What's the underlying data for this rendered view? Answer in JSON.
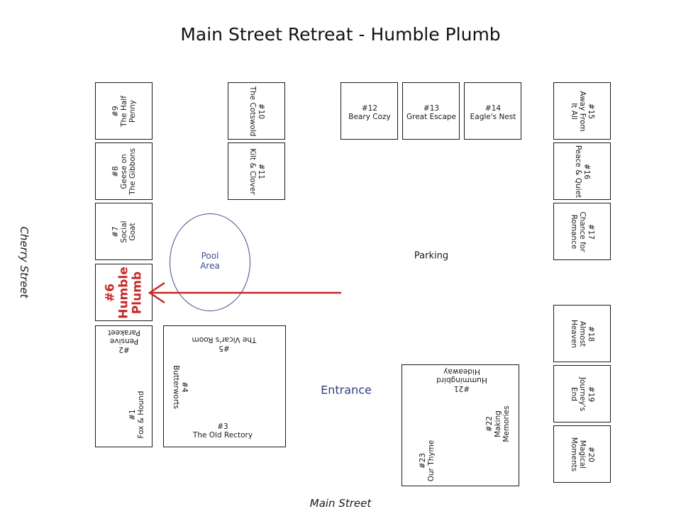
{
  "title": "Main Street Retreat - Humble Plumb",
  "streets": {
    "left": "Cherry Street",
    "bottom": "Main Street"
  },
  "pool": {
    "line1": "Pool",
    "line2": "Area"
  },
  "parking": "Parking",
  "entrance": "Entrance",
  "highlight_color": "#c62828",
  "units": {
    "u1": {
      "num": "#1",
      "name": "Fox & Hound"
    },
    "u2": {
      "num": "#2",
      "name": "Pensive Parakeet"
    },
    "u3": {
      "num": "#3",
      "name": "The Old Rectory"
    },
    "u4": {
      "num": "#4",
      "name": "Butterworts"
    },
    "u5": {
      "num": "#5",
      "name": "The Vicar's Room"
    },
    "u6": {
      "num": "#6",
      "line1": "Humble",
      "line2": "Plumb"
    },
    "u7": {
      "num": "#7",
      "line1": "Social",
      "line2": "Goat"
    },
    "u8": {
      "num": "#8",
      "line1": "Geese on",
      "line2": "The Gibbons"
    },
    "u9": {
      "num": "#9",
      "line1": "The Half",
      "line2": "Penny"
    },
    "u10": {
      "num": "#10",
      "name": "The Cotswold"
    },
    "u11": {
      "num": "#11",
      "name": "Kilt & Clover"
    },
    "u12": {
      "num": "#12",
      "name": "Beary Cozy"
    },
    "u13": {
      "num": "#13",
      "name": "Great Escape"
    },
    "u14": {
      "num": "#14",
      "name": "Eagle's Nest"
    },
    "u15": {
      "num": "#15",
      "line1": "Away From",
      "line2": "It All"
    },
    "u16": {
      "num": "#16",
      "name": "Peace & Quiet"
    },
    "u17": {
      "num": "#17",
      "line1": "Chance for",
      "line2": "Romance"
    },
    "u18": {
      "num": "#18",
      "line1": "Almost",
      "line2": "Heaven"
    },
    "u19": {
      "num": "#19",
      "line1": "Journey's",
      "line2": "End"
    },
    "u20": {
      "num": "#20",
      "line1": "Magical",
      "line2": "Moments"
    },
    "u21": {
      "num": "#21",
      "line1": "Hummingbird",
      "line2": "Hideaway"
    },
    "u22": {
      "num": "#22",
      "line1": "Making",
      "line2": "Memories"
    },
    "u23": {
      "num": "#23",
      "name": "Our Thyme"
    }
  }
}
